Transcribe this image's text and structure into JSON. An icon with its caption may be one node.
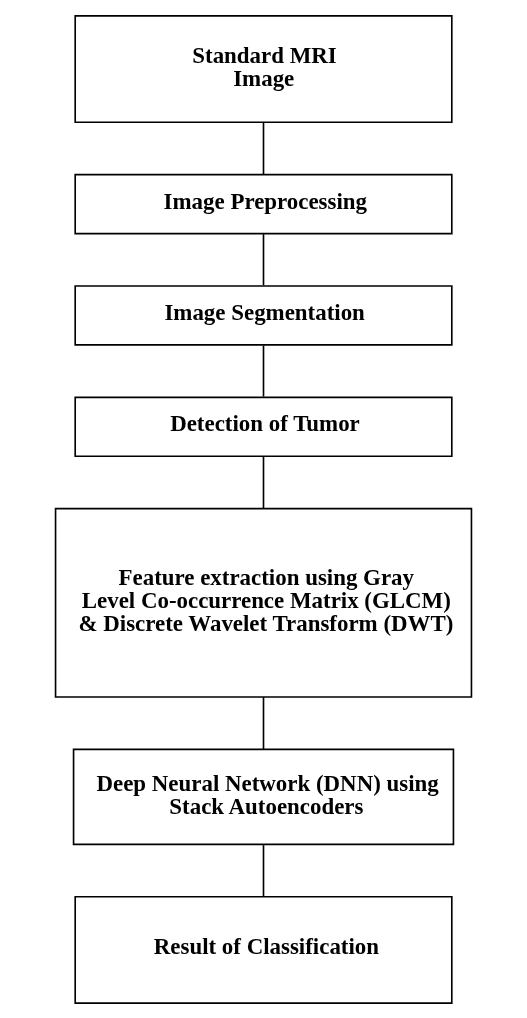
{
  "diagram": {
    "nodes": [
      {
        "text": [
          "Standard MRI Image"
        ]
      },
      {
        "text": [
          "Image Preprocessing"
        ]
      },
      {
        "text": [
          "Image Segmentation"
        ]
      },
      {
        "text": [
          "Detection of Tumor"
        ]
      },
      {
        "text": [
          "Feature extraction using Gray Level Co-occurrence Matrix (GLCM) & Discrete Wavelet Transform (DWT)"
        ]
      },
      {
        "text": [
          "Deep Neural Network (DNN) using Stack Autoencoders"
        ]
      },
      {
        "text": [
          "Result of Classification"
        ]
      }
    ],
    "edges": [
      {
        "from": 0,
        "to": 1,
        "arrow": "none"
      },
      {
        "from": 1,
        "to": 2,
        "arrow": "none"
      },
      {
        "from": 2,
        "to": 3,
        "arrow": "none"
      },
      {
        "from": 3,
        "to": 4,
        "arrow": "none"
      },
      {
        "from": 4,
        "to": 5,
        "arrow": "none"
      },
      {
        "from": 5,
        "to": 6,
        "arrow": "none"
      }
    ]
  }
}
